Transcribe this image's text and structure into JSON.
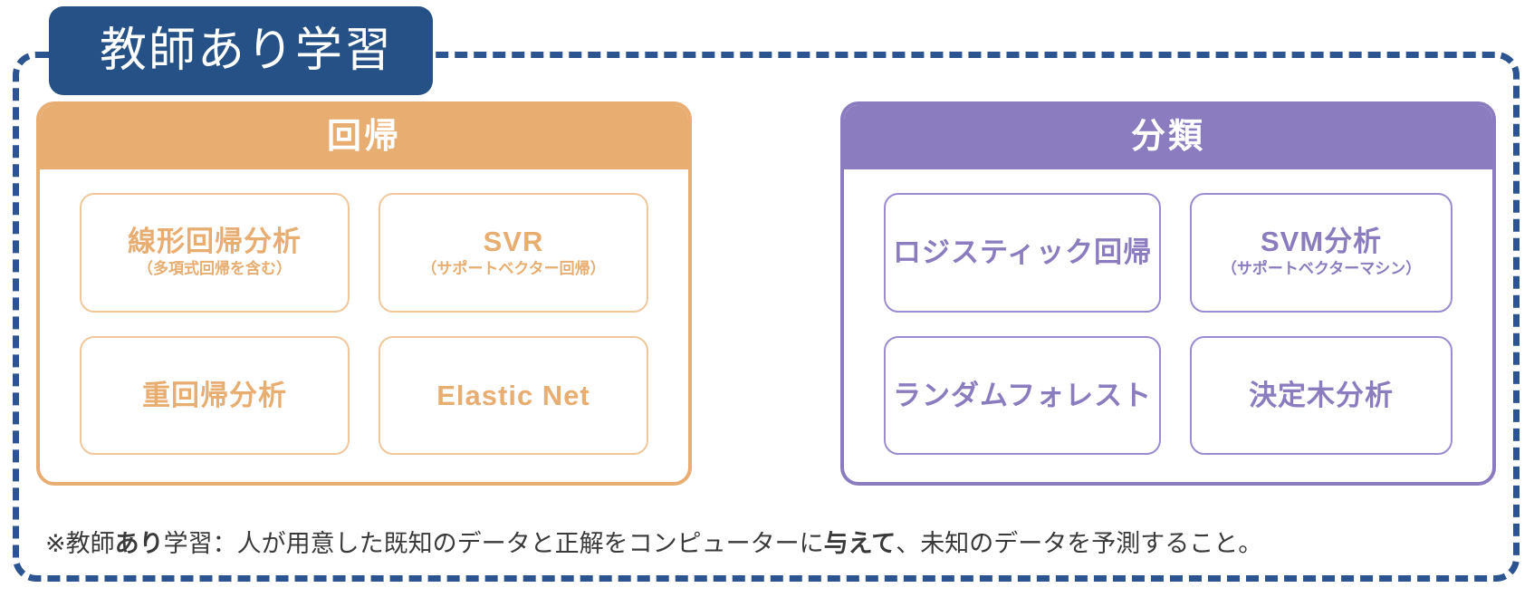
{
  "title_badge": {
    "label": "教師あり学習"
  },
  "panels": [
    {
      "key": "regression",
      "header": "回帰",
      "accent": "#E8AD70",
      "cards": [
        {
          "title": "線形回帰分析",
          "sub": "（多項式回帰を含む）"
        },
        {
          "title": "SVR",
          "sub": "（サポートベクター回帰）"
        },
        {
          "title": "重回帰分析",
          "sub": ""
        },
        {
          "title": "Elastic Net",
          "sub": ""
        }
      ]
    },
    {
      "key": "classification",
      "header": "分類",
      "accent": "#8B7CC0",
      "cards": [
        {
          "title": "ロジスティック回帰",
          "sub": ""
        },
        {
          "title": "SVM分析",
          "sub": "（サポートベクターマシン）"
        },
        {
          "title": "ランダムフォレスト",
          "sub": ""
        },
        {
          "title": "決定木分析",
          "sub": ""
        }
      ]
    }
  ],
  "footnote": {
    "part1": "※教師",
    "bold1": "あり",
    "part2": "学習：人が用意した既知のデータと正解をコンピューターに",
    "bold2": "与えて",
    "part3": "、未知のデータを予測すること。"
  },
  "colors": {
    "frame_border": "#2C5490",
    "badge_bg": "#255187",
    "regression_accent": "#E8AD70",
    "regression_card_border": "#F0C79A",
    "classification_accent": "#8B7CC0",
    "classification_card_border": "#9B8BD0",
    "footnote_text": "#3A3A3A"
  }
}
